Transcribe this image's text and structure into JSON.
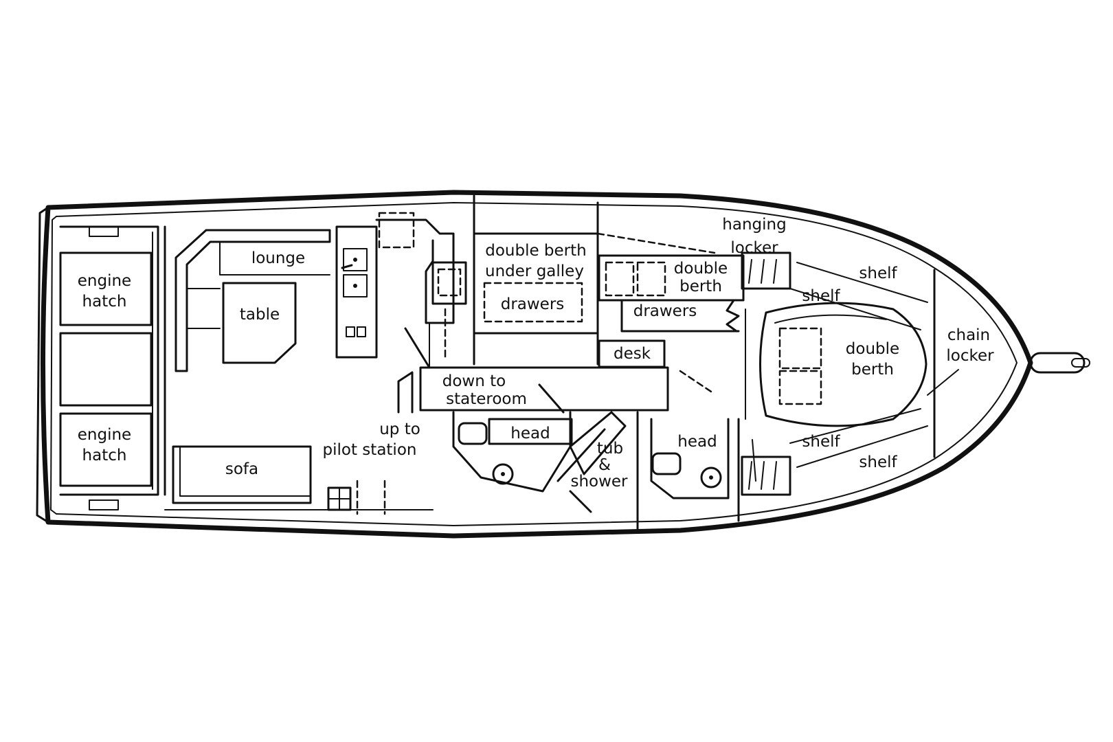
{
  "colors": {
    "ink": "#111111",
    "background": "#ffffff"
  },
  "labels": {
    "engine_hatch_top": [
      "engine",
      "hatch"
    ],
    "engine_hatch_bottom": [
      "engine",
      "hatch"
    ],
    "lounge": "lounge",
    "table": "table",
    "sofa": "sofa",
    "up_to_pilot_station": [
      "up to",
      "pilot station"
    ],
    "down_to_stateroom": [
      "down to",
      "stateroom"
    ],
    "double_berth_under_galley": [
      "double berth",
      "under galley"
    ],
    "drawers_galley": "drawers",
    "double_berth_mid": [
      "double",
      "berth"
    ],
    "drawers_mid": "drawers",
    "desk": "desk",
    "hanging_locker": [
      "hanging",
      "locker"
    ],
    "head_aft": "head",
    "tub_shower": [
      "tub",
      "&",
      "shower"
    ],
    "head_fwd": "head",
    "double_berth_fwd": [
      "double",
      "berth"
    ],
    "chain_locker": [
      "chain",
      "locker"
    ],
    "shelf_top_outer": "shelf",
    "shelf_top_inner": "shelf",
    "shelf_bottom_inner": "shelf",
    "shelf_bottom_outer": "shelf"
  }
}
